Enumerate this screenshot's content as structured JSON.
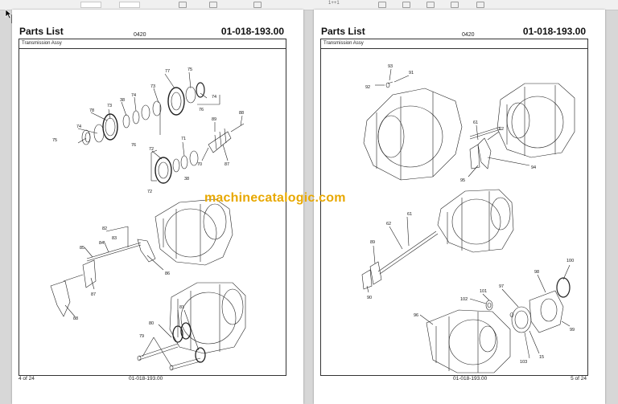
{
  "toolbar": {
    "page_field": "1++1"
  },
  "pages": [
    {
      "title": "Parts List",
      "section_code": "0420",
      "part_number": "01-018-193.00",
      "assembly": "Transmission Assy",
      "footer_page": "4 of 24",
      "footer_code": "01-018-193.00",
      "callouts": [
        "77",
        "75",
        "73",
        "74",
        "78",
        "73",
        "38",
        "74",
        "76",
        "74",
        "75",
        "72",
        "71",
        "70",
        "89",
        "88",
        "87",
        "76",
        "38",
        "72",
        "82",
        "84",
        "83",
        "85",
        "86",
        "87",
        "88",
        "80",
        "81",
        "79"
      ]
    },
    {
      "title": "Parts List",
      "section_code": "0420",
      "part_number": "01-018-193.00",
      "assembly": "Transmission Assy",
      "footer_page": "5 of 24",
      "footer_code": "01-018-193.00",
      "callouts": [
        "93",
        "91",
        "92",
        "61",
        "62",
        "94",
        "95",
        "62",
        "61",
        "89",
        "90",
        "100",
        "98",
        "97",
        "101",
        "102",
        "96",
        "99",
        "103",
        "15"
      ]
    }
  ],
  "watermark": "machinecatalogic.com"
}
